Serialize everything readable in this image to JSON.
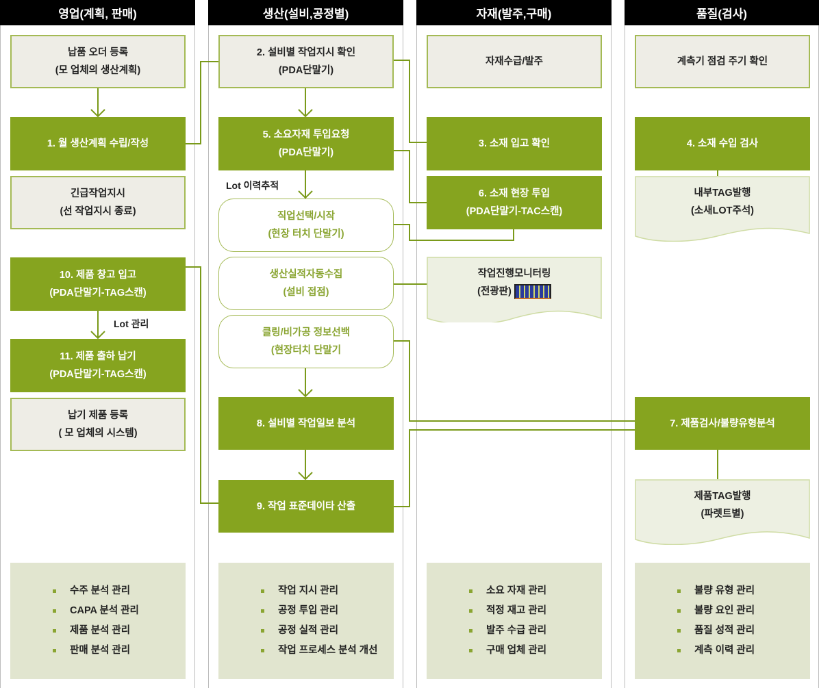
{
  "columns": [
    {
      "title": "영업(계획, 판매)",
      "boxes": [
        {
          "l1": "납품 오더 등록",
          "l2": "(모 업체의 생산계획)"
        },
        {
          "l1": "1. 월 생산계획 수립/작성"
        },
        {
          "l1": "긴급작업지시",
          "l2": "(선 작업지시 종료)"
        },
        {
          "l1": "10. 제품 창고 입고",
          "l2": "(PDA단말기-TAG스캔)"
        },
        {
          "l1": "11. 제품 출하 납기",
          "l2": "(PDA단말기-TAG스캔)"
        },
        {
          "l1": "납기 제품 등록",
          "l2": "( 모 업체의 시스템)"
        }
      ],
      "list": [
        "수주 분석 관리",
        "CAPA 분석 관리",
        "제품 분석 관리",
        "판매 분석 관리"
      ]
    },
    {
      "title": "생산(설비,공정별)",
      "boxes": [
        {
          "l1": "2. 설비별 작업지시 확인",
          "l2": "(PDA단말기)"
        },
        {
          "l1": "5. 소요자재 투입요청",
          "l2": "(PDA단말기)"
        },
        {
          "l1": "직업선택/시작",
          "l2": "(현장 터치 단말기)"
        },
        {
          "l1": "생산실적자동수집",
          "l2": "(설비 접점)"
        },
        {
          "l1": "클링/비가공 정보선백",
          "l2": "(현장터치 단말기"
        },
        {
          "l1": "8. 설비별 작업일보 분석"
        },
        {
          "l1": "9. 작업 표준데이타 산출"
        }
      ],
      "list": [
        "작업 지시 관리",
        "공정 투입 관리",
        "공정 실적 관리",
        "작업 프로세스 분석 개선"
      ]
    },
    {
      "title": "자재(발주,구매)",
      "boxes": [
        {
          "l1": "자재수급/발주"
        },
        {
          "l1": "3. 소재 입고 확인"
        },
        {
          "l1": "6. 소재 현장 투입",
          "l2": "(PDA단말기-TAC스캔)"
        },
        {
          "l1": "작업진행모니터링",
          "l2": "(전광판)"
        }
      ],
      "list": [
        "소요 자재 관리",
        "적정 재고 관리",
        "발주 수급 관리",
        "구매 업체 관리"
      ]
    },
    {
      "title": "품질(검사)",
      "boxes": [
        {
          "l1": "계측기 점검 주기 확인"
        },
        {
          "l1": "4. 소재 수입 검사"
        },
        {
          "l1": "내부TAG발행",
          "l2": "(소새LOT주석)"
        },
        {
          "l1": "7. 제품검사/불량유형분석"
        },
        {
          "l1": "제품TAG발행",
          "l2": "(파렛트별)"
        }
      ],
      "list": [
        "불량 유형 관리",
        "불량 요인 관리",
        "품질 성적 관리",
        "계측 이력 관리"
      ]
    }
  ],
  "labels": {
    "lot_trace": "Lot 이력추적",
    "lot_manage": "Lot 관리"
  },
  "colors": {
    "green": "#86a41f",
    "light": "#eeede6",
    "list_bg": "#e1e5cf",
    "line": "#7a9a1a"
  }
}
